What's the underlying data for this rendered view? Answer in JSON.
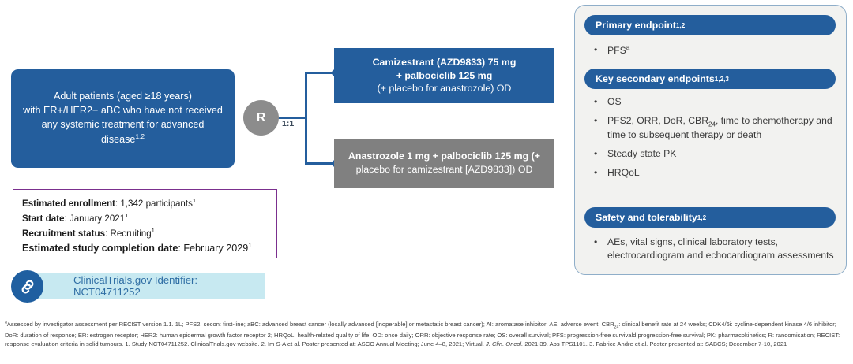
{
  "population": {
    "text": "Adult patients (aged ≥18 years) with ER+/HER2− aBC who have not received any systemic treatment for advanced disease",
    "line1": "Adult patients (aged ≥18 years)",
    "line2": "with ER+/HER2− aBC who have not received",
    "line3": "any systemic treatment for advanced",
    "line4": "disease",
    "superscript": "1,2"
  },
  "randomisation": {
    "node_label": "R",
    "ratio": "1:1"
  },
  "arms": [
    {
      "name": "experimental-arm",
      "color": "#245E9D",
      "line1": "Camizestrant (AZD9833) 75 mg",
      "line2": "+ palbociclib 125 mg",
      "line3": "(+ placebo for anastrozole) OD"
    },
    {
      "name": "comparator-arm",
      "color": "#808080",
      "line1": "Anastrozole 1 mg + palbociclib 125 mg (+",
      "line2": "placebo for camizestrant [AZD9833]) OD"
    }
  ],
  "details": {
    "enrollment_label": "Estimated enrollment",
    "enrollment_value": "1,342 participants",
    "enrollment_sup": "1",
    "start_label": "Start date",
    "start_value": "January 2021",
    "start_sup": "1",
    "status_label": "Recruitment status",
    "status_value": "Recruiting",
    "status_sup": "1",
    "completion_label": "Estimated study completion date",
    "completion_value": "February 2029",
    "completion_sup": "1"
  },
  "identifier": {
    "icon": "link-icon",
    "text": "ClinicalTrials.gov Identifier: NCT04711252"
  },
  "endpoints": {
    "primary": {
      "title": "Primary endpoint",
      "title_sup": "1,2",
      "items": [
        "PFS"
      ],
      "item_sup": "a"
    },
    "secondary": {
      "title": "Key secondary endpoints",
      "title_sup": "1,2,3",
      "items": [
        "OS",
        "PFS2, ORR, DoR, CBR24, time to chemotherapy and time to subsequent therapy or death",
        "Steady state PK",
        "HRQoL"
      ]
    },
    "safety": {
      "title": "Safety and tolerability",
      "title_sup": "1,2",
      "items": [
        "AEs, vital signs, clinical laboratory tests, electrocardiogram and echocardiogram assessments"
      ]
    }
  },
  "footnotes": {
    "line1_pre": "Assessed by investigator assessment per RECIST version 1.1. 1L; PFS2: secon: first-line; aBC: advanced breast cancer (locally advanced [inoperable] or metastatic breast cancer); AI: aromatase inhibitor; AE: adverse event; CBR",
    "line1_sub": "24",
    "line1_post": ": clinical benefit rate at 24 weeks; CDK4/6i: cycline-dependent kinase 4/6 inhibitor; DoR: duration of response; ER: estrogen receptor; HER2: human epidermal growth factor receptor 2; HRQoL: health-related quality of life; OD: once daily; ORR: objective response rate; OS: overall survival; PFS: progression-free survivald progression-free survival; PK: pharmacokinetics; R: randomisation; RECIST: response evaluation criteria in solid tumours. 1. Study ",
    "link_text": "NCT04711252",
    "after_link": ". ClinicalTrials.gov website. 2. Im S-A et al. Poster presented at: ASCO Annual Meeting; June 4–8, 2021; Virtual. ",
    "journal": "J. Clin. Oncol.",
    "after_journal": " 2021;39. Abs TPS1101. 3. Fabrice Andre et al. Poster presented at: SABCS; December 7-10, 2021",
    "marker": "a"
  }
}
